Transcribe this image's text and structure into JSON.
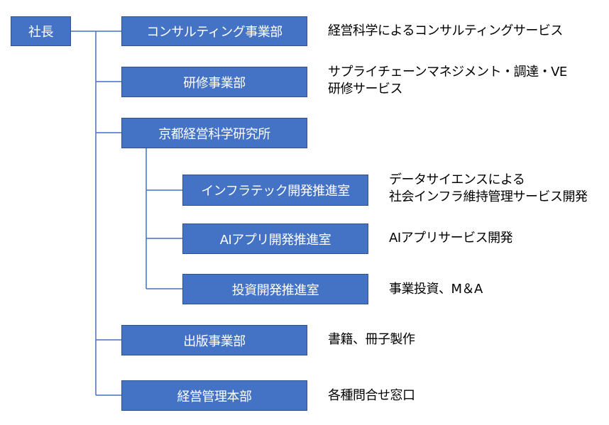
{
  "org_chart": {
    "root": {
      "label": "社長"
    },
    "departments": [
      {
        "label": "コンサルティング事業部",
        "description": [
          "経営科学によるコンサルティングサービス"
        ]
      },
      {
        "label": "研修事業部",
        "description": [
          "サプライチェーンマネジメント・調達・VE",
          "研修サービス"
        ]
      },
      {
        "label": "京都経営科学研究所",
        "description": []
      },
      {
        "label": "出版事業部",
        "description": [
          "書籍、冊子製作"
        ]
      },
      {
        "label": "経営管理本部",
        "description": [
          "各種問合せ窓口"
        ]
      }
    ],
    "research_offices": [
      {
        "label": "インフラテック開発推進室",
        "description": [
          "データサイエンスによる",
          "社会インフラ維持管理サービス開発"
        ]
      },
      {
        "label": "AIアプリ開発推進室",
        "description": [
          "AIアプリサービス開発"
        ]
      },
      {
        "label": "投資開発推進室",
        "description": [
          "事業投資、M＆A"
        ]
      }
    ]
  },
  "colors": {
    "box_fill": "#4472C4",
    "box_border": "#2F528F",
    "connector": "#4472C4"
  }
}
